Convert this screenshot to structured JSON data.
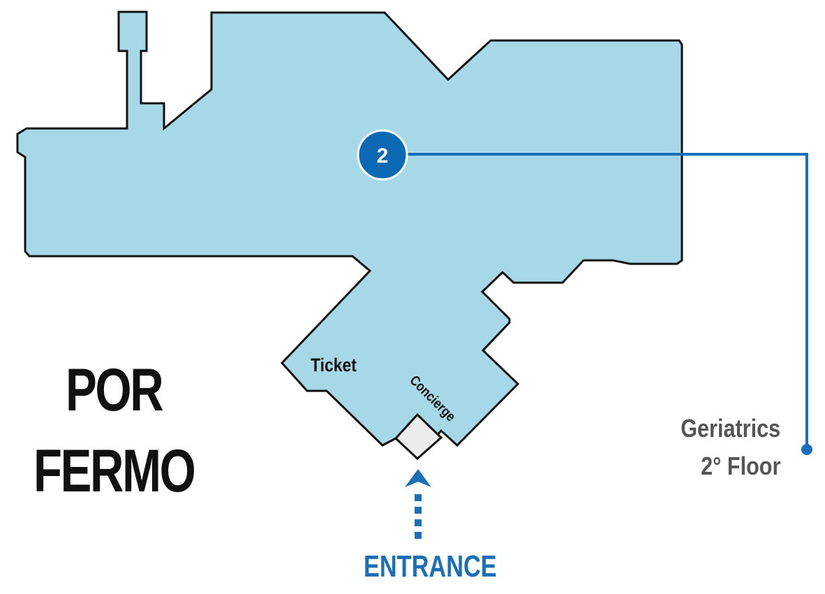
{
  "title": {
    "line1": "POR",
    "line2": "FERMO"
  },
  "marker": {
    "number": "2"
  },
  "rooms": {
    "ticket": "Ticket",
    "concierge": "Concierge"
  },
  "destination": {
    "name": "Geriatrics",
    "floor": "2° Floor"
  },
  "entrance": {
    "label": "ENTRANCE"
  },
  "colors": {
    "floor_fill": "#a6d8e8",
    "accent_blue": "#1a6fb8",
    "marker_blue": "#0b6ab3",
    "outline": "#111111",
    "destination_text": "#555555"
  }
}
